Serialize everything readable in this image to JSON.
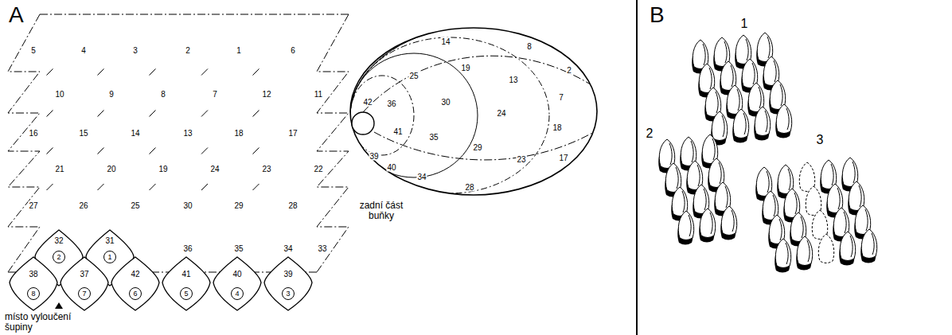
{
  "diagram": {
    "nodes": [
      {
        "text": [
          "32",
          "2"
        ]
      },
      {
        "text": [
          "31",
          "1"
        ]
      },
      {
        "text": [
          "38",
          "8"
        ]
      },
      {
        "text": [
          "37",
          "7"
        ]
      },
      {
        "text": [
          "42",
          "6"
        ]
      },
      {
        "text": [
          "41",
          "5"
        ]
      },
      {
        "text": [
          "40",
          "4"
        ]
      },
      {
        "text": [
          "39",
          "3"
        ]
      }
    ],
    "labels": [
      "A",
      "5",
      "4",
      "3",
      "2",
      "1",
      "6",
      "10",
      "9",
      "8",
      "7",
      "12",
      "11",
      "16",
      "15",
      "14",
      "13",
      "18",
      "17",
      "21",
      "20",
      "19",
      "24",
      "23",
      "22",
      "27",
      "26",
      "25",
      "30",
      "29",
      "28",
      "36",
      "35",
      "34",
      "33",
      "místo vyloučení šupiny",
      "14",
      "8",
      "2",
      "25",
      "19",
      "13",
      "7",
      "42",
      "36",
      "30",
      "24",
      "18",
      "41",
      "35",
      "29",
      "23",
      "17",
      "39",
      "40",
      "34",
      "28",
      "zadní část buňky",
      "B",
      "1",
      "2",
      "3"
    ]
  }
}
